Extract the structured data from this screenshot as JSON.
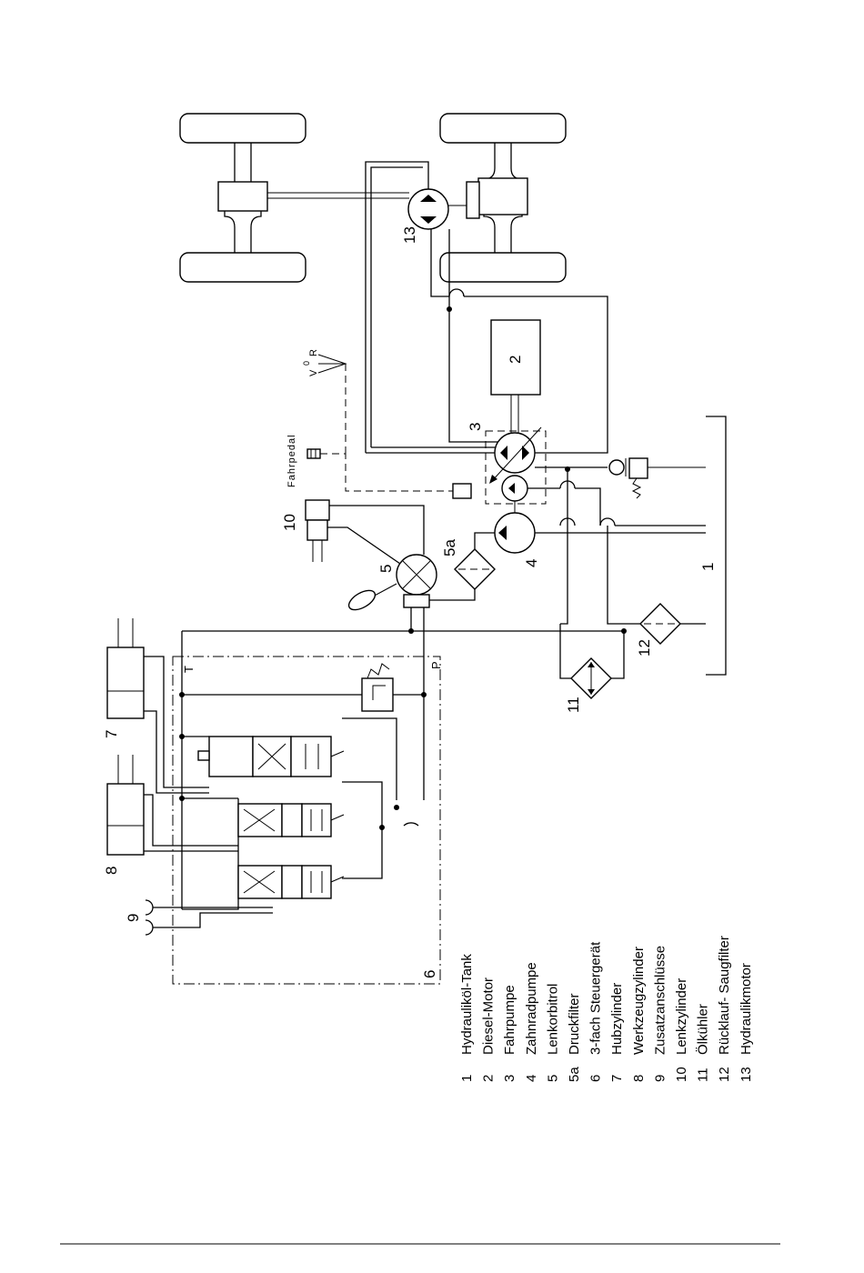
{
  "diagram": {
    "callouts": {
      "c1": "1",
      "c2": "2",
      "c3": "3",
      "c4": "4",
      "c5": "5",
      "c5a": "5a",
      "c6": "6",
      "c7": "7",
      "c8": "8",
      "c9": "9",
      "c10": "10",
      "c11": "11",
      "c12": "12",
      "c13": "13"
    },
    "port_t": "T",
    "port_p": "P",
    "pedal_label": "Fahrpedal",
    "direction_v": "V",
    "direction_0": "0",
    "direction_r": "R",
    "legend": [
      {
        "num": "1",
        "text": "Hydrauliköl-Tank"
      },
      {
        "num": "2",
        "text": "Diesel-Motor"
      },
      {
        "num": "3",
        "text": "Fahrpumpe"
      },
      {
        "num": "4",
        "text": "Zahnradpumpe"
      },
      {
        "num": "5",
        "text": "Lenkorbitrol"
      },
      {
        "num": "5a",
        "text": "Druckfilter"
      },
      {
        "num": "6",
        "text": "3-fach Steuergerät"
      },
      {
        "num": "7",
        "text": "Hubzylinder"
      },
      {
        "num": "8",
        "text": "Werkzeugzylinder"
      },
      {
        "num": "9",
        "text": "Zusatzanschlüsse"
      },
      {
        "num": "10",
        "text": "Lenkzylinder"
      },
      {
        "num": "11",
        "text": "Ölkühler"
      },
      {
        "num": "12",
        "text": "Rücklauf- Saugfilter"
      },
      {
        "num": "13",
        "text": "Hydraulikmotor"
      }
    ]
  }
}
